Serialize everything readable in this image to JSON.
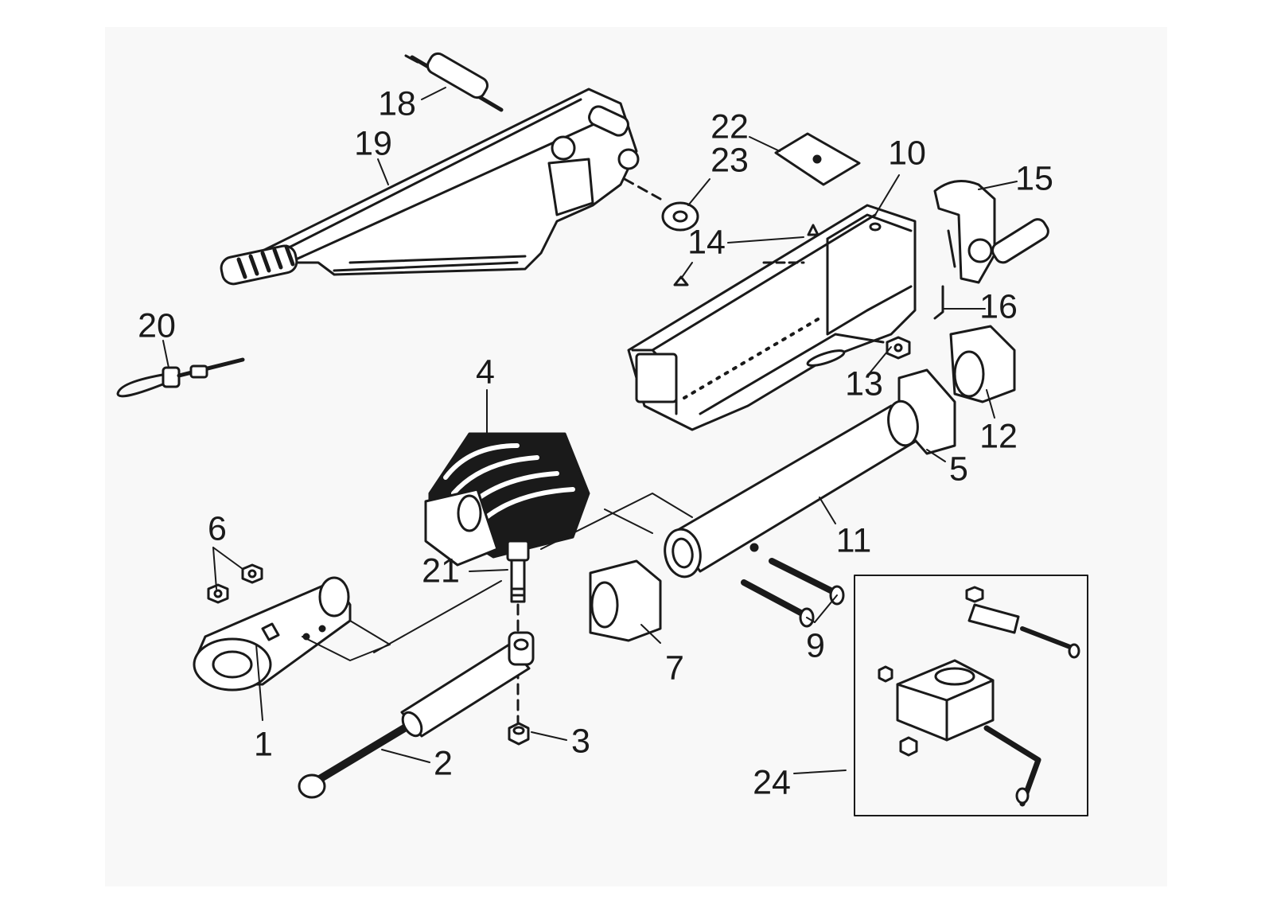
{
  "diagram": {
    "callouts": [
      {
        "id": "c1",
        "text": "1"
      },
      {
        "id": "c2",
        "text": "2"
      },
      {
        "id": "c3",
        "text": "3"
      },
      {
        "id": "c4",
        "text": "4"
      },
      {
        "id": "c5",
        "text": "5"
      },
      {
        "id": "c6",
        "text": "6"
      },
      {
        "id": "c7",
        "text": "7"
      },
      {
        "id": "c9",
        "text": "9"
      },
      {
        "id": "c10",
        "text": "10"
      },
      {
        "id": "c11",
        "text": "11"
      },
      {
        "id": "c12",
        "text": "12"
      },
      {
        "id": "c13",
        "text": "13"
      },
      {
        "id": "c14",
        "text": "14"
      },
      {
        "id": "c15",
        "text": "15"
      },
      {
        "id": "c16",
        "text": "16"
      },
      {
        "id": "c18",
        "text": "18"
      },
      {
        "id": "c19",
        "text": "19"
      },
      {
        "id": "c20",
        "text": "20"
      },
      {
        "id": "c21",
        "text": "21"
      },
      {
        "id": "c22",
        "text": "22"
      },
      {
        "id": "c23",
        "text": "23"
      },
      {
        "id": "c24",
        "text": "24"
      }
    ],
    "colors": {
      "ink": "#1a1a1a",
      "fill": "#ffffff",
      "background": "#f8f8f8"
    }
  }
}
